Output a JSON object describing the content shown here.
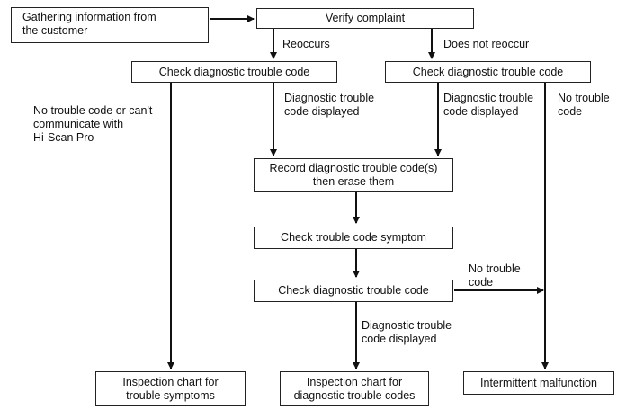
{
  "nodes": {
    "gathering": "Gathering information from\nthe customer",
    "verify": "Verify complaint",
    "check_left": "Check diagnostic trouble code",
    "check_right": "Check diagnostic trouble code",
    "record": "Record diagnostic trouble code(s)\nthen erase them",
    "symptom": "Check trouble code symptom",
    "check_mid": "Check diagnostic trouble code",
    "out_symptoms": "Inspection chart for\ntrouble symptoms",
    "out_codes": "Inspection chart for\ndiagnostic trouble codes",
    "out_intermittent": "Intermittent malfunction"
  },
  "edges": {
    "reoccurs": "Reoccurs",
    "not_reoccur": "Does not reoccur",
    "no_code_left": "No trouble code or can't\ncommunicate with\nHi-Scan Pro",
    "dtc_displayed_1": "Diagnostic trouble\ncode displayed",
    "dtc_displayed_2": "Diagnostic trouble\ncode displayed",
    "no_code_right": "No trouble\ncode",
    "no_code_mid": "No trouble\ncode",
    "dtc_displayed_3": "Diagnostic trouble\ncode displayed"
  }
}
